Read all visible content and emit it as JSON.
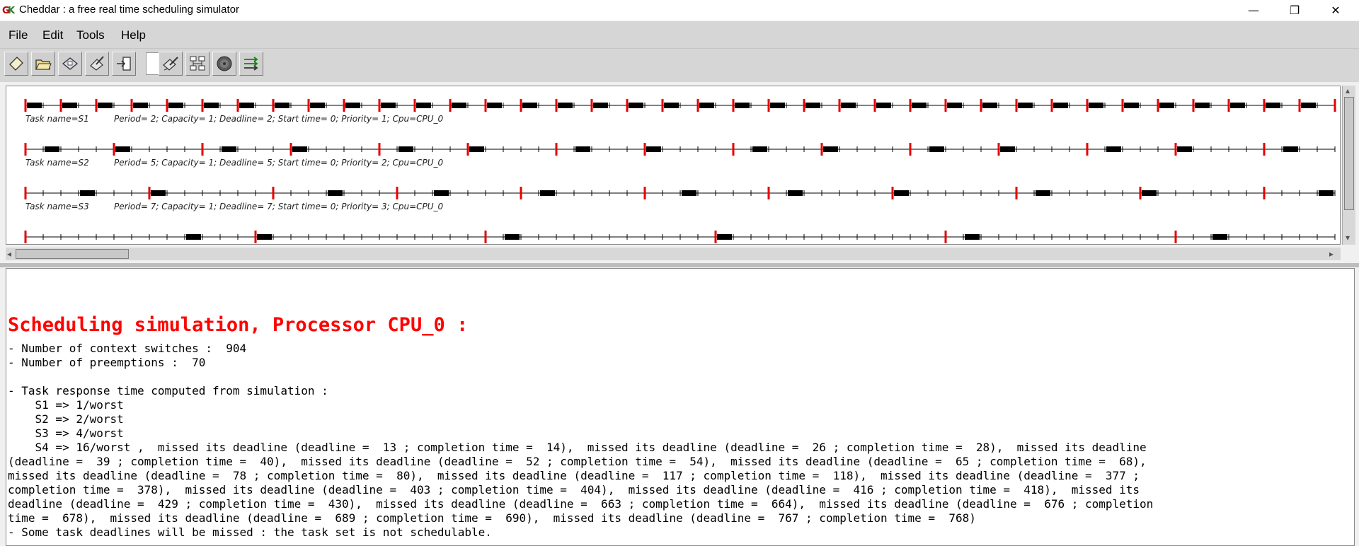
{
  "window": {
    "title": "Cheddar : a free real time scheduling simulator",
    "minimize": "—",
    "maximize": "❐",
    "close": "✕"
  },
  "menu": [
    "File",
    "Edit",
    "Tools",
    "Help"
  ],
  "toolbar_icons": [
    "new-file-icon",
    "open-folder-icon",
    "save-disk-icon",
    "edit-pen-icon",
    "exit-door-icon",
    "blank-slot",
    "scheduling-pen-icon",
    "tree-structure-icon",
    "gear-disk-icon",
    "run-arrows-icon"
  ],
  "colors": {
    "deadline": "#e60000",
    "exec": "#000000",
    "title": "#ff0000"
  },
  "tasks": [
    {
      "label": "Task name=S1",
      "params": "Period= 2; Capacity= 1; Deadline= 2; Start time= 0; Priority= 1; Cpu=CPU_0",
      "period": 2,
      "capacity": 1
    },
    {
      "label": "Task name=S2",
      "params": "Period= 5; Capacity= 1; Deadline= 5; Start time= 0; Priority= 2; Cpu=CPU_0",
      "period": 5,
      "capacity": 1
    },
    {
      "label": "Task name=S3",
      "params": "Period= 7; Capacity= 1; Deadline= 7; Start time= 0; Priority= 3; Cpu=CPU_0",
      "period": 7,
      "capacity": 1
    },
    {
      "label": "",
      "params": "",
      "period": 13,
      "capacity": 1
    }
  ],
  "output": {
    "title": "Scheduling simulation, Processor CPU_0 :",
    "lines": [
      "- Number of context switches :  904",
      "- Number of preemptions :  70",
      "",
      "- Task response time computed from simulation :",
      "    S1 => 1/worst",
      "    S2 => 2/worst",
      "    S3 => 4/worst",
      "    S4 => 16/worst ,  missed its deadline (deadline =  13 ; completion time =  14),  missed its deadline (deadline =  26 ; completion time =  28),  missed its deadline",
      "(deadline =  39 ; completion time =  40),  missed its deadline (deadline =  52 ; completion time =  54),  missed its deadline (deadline =  65 ; completion time =  68),",
      "missed its deadline (deadline =  78 ; completion time =  80),  missed its deadline (deadline =  117 ; completion time =  118),  missed its deadline (deadline =  377 ;",
      "completion time =  378),  missed its deadline (deadline =  403 ; completion time =  404),  missed its deadline (deadline =  416 ; completion time =  418),  missed its",
      "deadline (deadline =  429 ; completion time =  430),  missed its deadline (deadline =  663 ; completion time =  664),  missed its deadline (deadline =  676 ; completion",
      "time =  678),  missed its deadline (deadline =  689 ; completion time =  690),  missed its deadline (deadline =  767 ; completion time =  768)",
      "- Some task deadlines will be missed : the task set is not schedulable."
    ]
  }
}
